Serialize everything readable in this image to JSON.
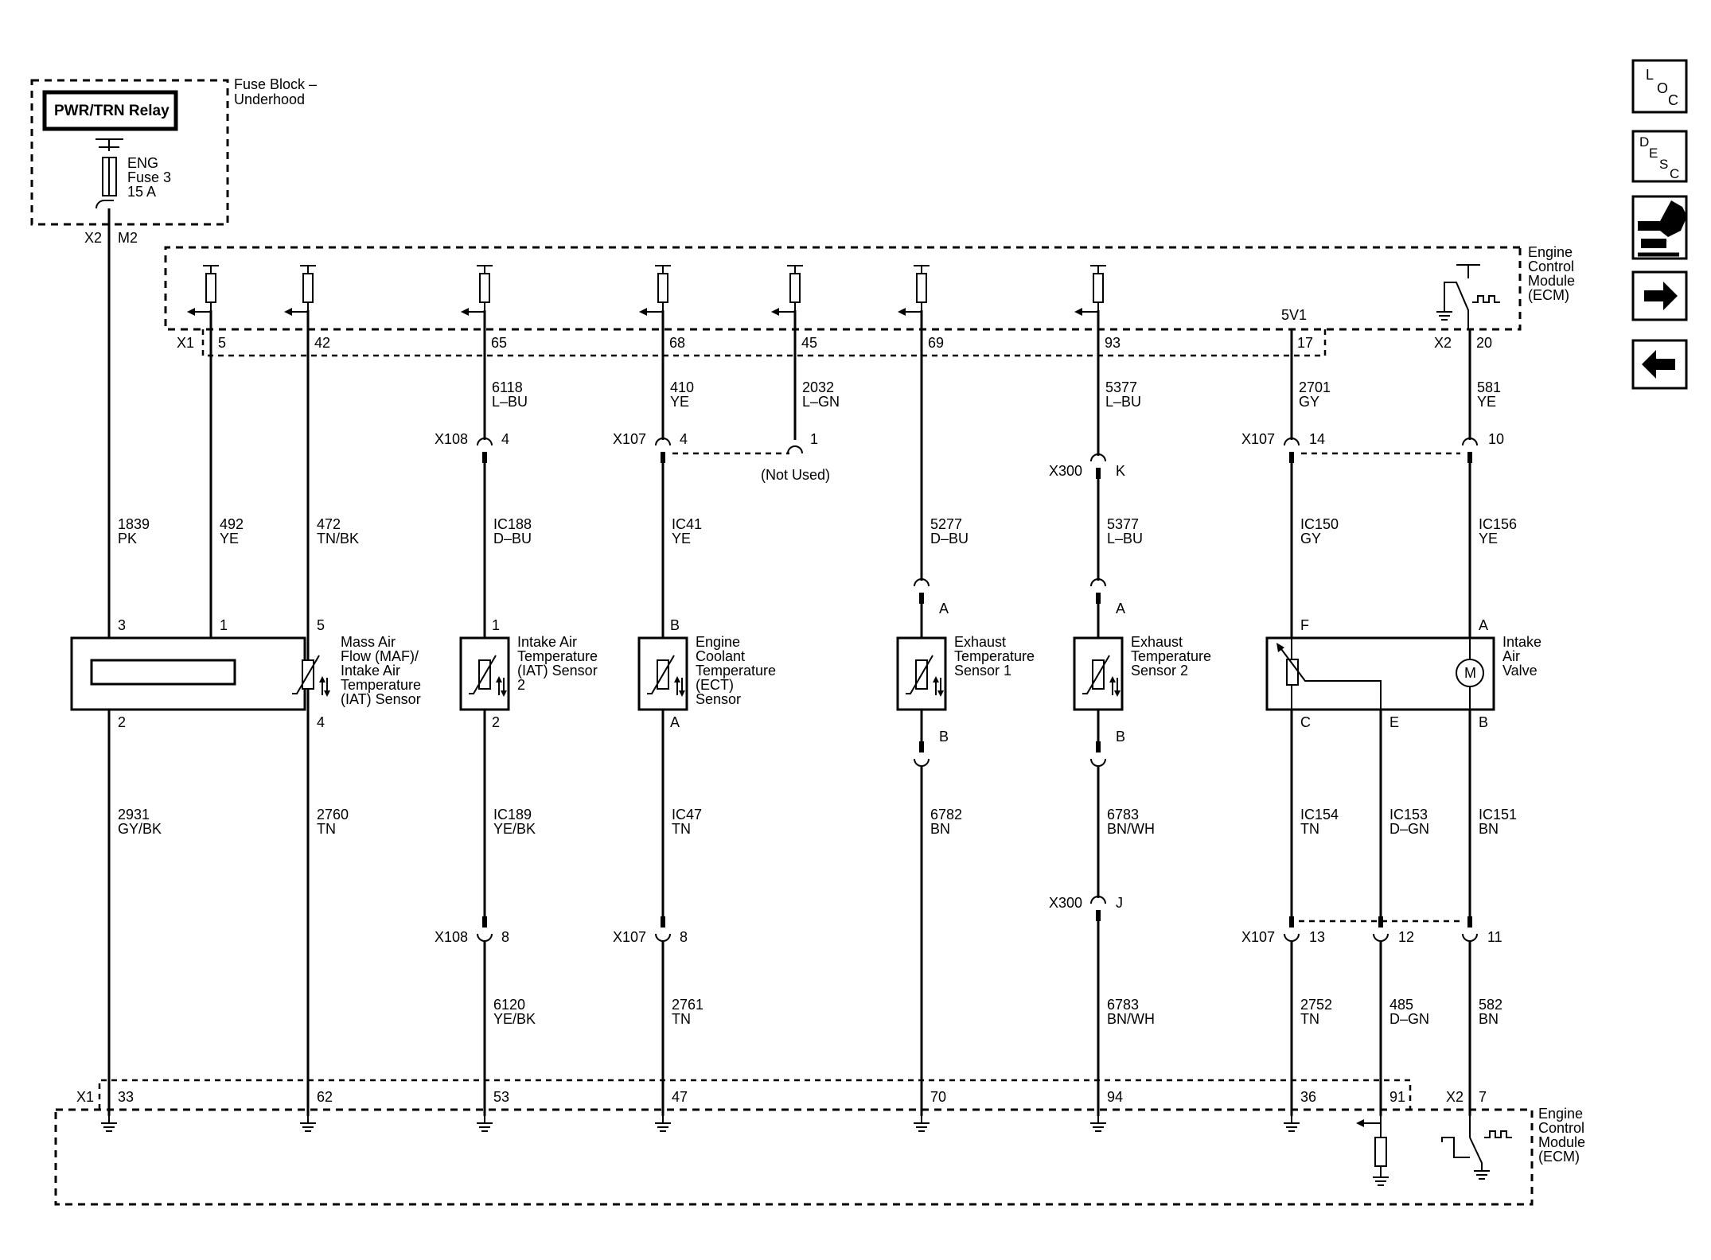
{
  "fuse_block": {
    "title_line1": "Fuse Block –",
    "title_line2": "Underhood",
    "relay": "PWR/TRN Relay",
    "fuse_line1": "ENG",
    "fuse_line2": "Fuse 3",
    "fuse_line3": "15 A",
    "conn_left": "X2",
    "conn_right": "M2"
  },
  "ecm_top": {
    "line1": "Engine",
    "line2": "Control",
    "line3": "Module",
    "line4": "(ECM)",
    "x1": "X1",
    "x2": "X2",
    "supply_5v": "5V1",
    "pins": [
      "5",
      "42",
      "65",
      "68",
      "45",
      "69",
      "93",
      "17",
      "20"
    ]
  },
  "ecm_bottom": {
    "line1": "Engine",
    "line2": "Control",
    "line3": "Module",
    "line4": "(ECM)",
    "x1": "X1",
    "x2": "X2",
    "pins": [
      "33",
      "62",
      "53",
      "47",
      "70",
      "94",
      "36",
      "91",
      "7"
    ]
  },
  "top_wires": [
    {
      "num": "6118",
      "color": "L–BU"
    },
    {
      "num": "410",
      "color": "YE"
    },
    {
      "num": "2032",
      "color": "L–GN"
    },
    {
      "num": "5377",
      "color": "L–BU"
    },
    {
      "num": "2701",
      "color": "GY"
    },
    {
      "num": "581",
      "color": "YE"
    }
  ],
  "top_connectors": {
    "x108": "X108",
    "x108_pin": "4",
    "x107": "X107",
    "x107_pin_a": "4",
    "x107_pin_b": "1",
    "not_used": "(Not Used)",
    "x300": "X300",
    "x300_pin": "K",
    "x107_b": "X107",
    "x107_pin_c": "14",
    "x107_pin_d": "10"
  },
  "mid_wires": [
    {
      "num": "1839",
      "color": "PK"
    },
    {
      "num": "492",
      "color": "YE"
    },
    {
      "num": "472",
      "color": "TN/BK"
    },
    {
      "num": "IC188",
      "color": "D–BU"
    },
    {
      "num": "IC41",
      "color": "YE"
    },
    {
      "num": "5277",
      "color": "D–BU"
    },
    {
      "num": "5377",
      "color": "L–BU"
    },
    {
      "num": "IC150",
      "color": "GY"
    },
    {
      "num": "IC156",
      "color": "YE"
    }
  ],
  "components": {
    "maf": {
      "l1": "Mass Air",
      "l2": "Flow (MAF)/",
      "l3": "Intake Air",
      "l4": "Temperature",
      "l5": "(IAT) Sensor",
      "pin_a": "3",
      "pin_b": "1",
      "pin_c": "5",
      "pin_d": "2",
      "pin_e": "4"
    },
    "iat2": {
      "l1": "Intake Air",
      "l2": "Temperature",
      "l3": "(IAT) Sensor",
      "l4": "2",
      "pin_top": "1",
      "pin_bot": "2"
    },
    "ect": {
      "l1": "Engine",
      "l2": "Coolant",
      "l3": "Temperature",
      "l4": "(ECT)",
      "l5": "Sensor",
      "pin_top": "B",
      "pin_bot": "A"
    },
    "ets1": {
      "l1": "Exhaust",
      "l2": "Temperature",
      "l3": "Sensor 1",
      "pin_top": "A",
      "pin_bot": "B"
    },
    "ets2": {
      "l1": "Exhaust",
      "l2": "Temperature",
      "l3": "Sensor 2",
      "pin_top": "A",
      "pin_bot": "B"
    },
    "iav": {
      "l1": "Intake",
      "l2": "Air",
      "l3": "Valve",
      "pin_f": "F",
      "pin_a": "A",
      "pin_c": "C",
      "pin_e": "E",
      "pin_b": "B",
      "motor": "M"
    }
  },
  "low_wires": [
    {
      "num": "2931",
      "color": "GY/BK"
    },
    {
      "num": "2760",
      "color": "TN"
    },
    {
      "num": "IC189",
      "color": "YE/BK"
    },
    {
      "num": "IC47",
      "color": "TN"
    },
    {
      "num": "6782",
      "color": "BN"
    },
    {
      "num": "6783",
      "color": "BN/WH"
    },
    {
      "num": "IC154",
      "color": "TN"
    },
    {
      "num": "IC153",
      "color": "D–GN"
    },
    {
      "num": "IC151",
      "color": "BN"
    }
  ],
  "low_connectors": {
    "x300": "X300",
    "x300_pin": "J",
    "x108": "X108",
    "x108_pin": "8",
    "x107": "X107",
    "x107_pin": "8",
    "x107_b": "X107",
    "x107_pins": [
      "13",
      "12",
      "11"
    ]
  },
  "bottom_wires": [
    {
      "num": "6120",
      "color": "YE/BK"
    },
    {
      "num": "2761",
      "color": "TN"
    },
    {
      "num": "6783",
      "color": "BN/WH"
    },
    {
      "num": "2752",
      "color": "TN"
    },
    {
      "num": "485",
      "color": "D–GN"
    },
    {
      "num": "582",
      "color": "BN"
    }
  ],
  "nav": {
    "loc": {
      "a": "L",
      "b": "O",
      "c": "C"
    },
    "desc": {
      "a": "D",
      "b": "E",
      "c": "S",
      "d": "C"
    },
    "icons": [
      "connector-icon",
      "arrow-right-icon",
      "arrow-left-icon"
    ]
  }
}
